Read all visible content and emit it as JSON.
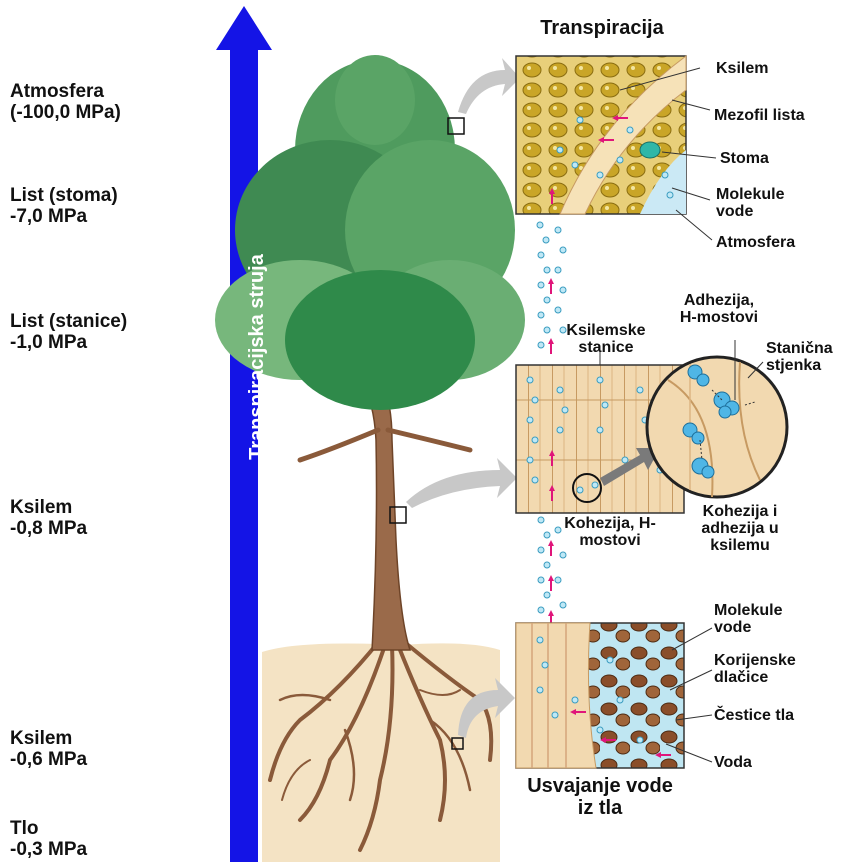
{
  "levels": [
    {
      "name": "Atmosfera",
      "value": "(-100,0 MPa)"
    },
    {
      "name": "List (stoma)",
      "value": "-7,0 MPa"
    },
    {
      "name": "List (stanice)",
      "value": "-1,0 MPa"
    },
    {
      "name": "Ksilem",
      "value": "-0,8 MPa"
    },
    {
      "name": "Ksilem",
      "value": "-0,6 MPa"
    },
    {
      "name": "Tlo",
      "value": "-0,3 MPa"
    }
  ],
  "arrow_label": "Transpiracijska struja",
  "panels": {
    "top": {
      "title": "Transpiracija",
      "labels": [
        "Ksilem",
        "Mezofil lista",
        "Stoma",
        "Molekule vode",
        "Atmosfera"
      ]
    },
    "middle": {
      "label_cells": "Ksilemske stanice",
      "label_adhesion": "Adhezija, H-mostovi",
      "label_wall": "Stanična stjenka",
      "label_cohesion": "Kohezija, H-mostovi",
      "label_cohesion_adhesion": "Kohezija i adhezija u ksilemu"
    },
    "bottom": {
      "labels": [
        "Molekule vode",
        "Korijenske dlačice",
        "Čestice tla",
        "Voda"
      ],
      "title": "Usvajanje vode iz tla"
    }
  }
}
